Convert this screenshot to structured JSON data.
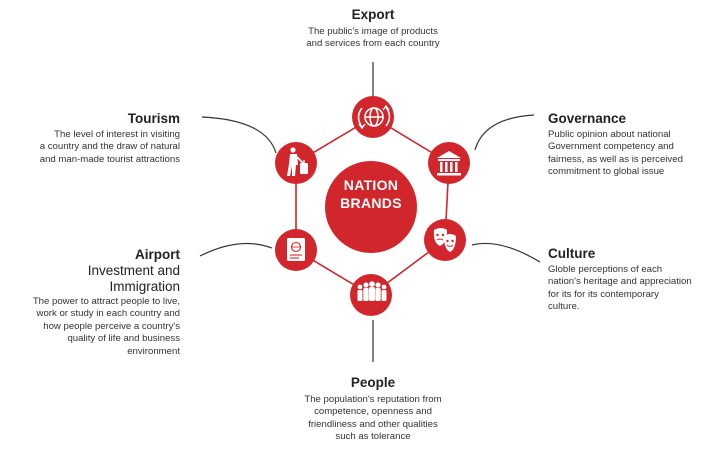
{
  "center": {
    "line1": "NATION",
    "line2": "BRANDS"
  },
  "colors": {
    "accent": "#d1262b",
    "connector": "#333333",
    "text": "#222222"
  },
  "nodes": [
    {
      "key": "export",
      "icon": "globe-arrows-icon",
      "title": "Export",
      "desc": [
        "The public's image of products",
        "and services from each country"
      ]
    },
    {
      "key": "governance",
      "icon": "courthouse-icon",
      "title": "Governance",
      "desc": [
        "Public opinion about national",
        "Government competency and",
        "fairness, as well as is perceived",
        "commitment to global issue"
      ]
    },
    {
      "key": "culture",
      "icon": "theatre-masks-icon",
      "title": "Culture",
      "desc": [
        "Globle perceptions of each",
        "nation's heritage and appreciation",
        "for its for its contemporary",
        "culture."
      ]
    },
    {
      "key": "people",
      "icon": "people-group-icon",
      "title": "People",
      "desc": [
        "The population's reputation from",
        "competence, openness and",
        "friendliness and other qualities",
        "such as tolerance"
      ]
    },
    {
      "key": "airport",
      "icon": "passport-icon",
      "title": "Airport",
      "subtitle": [
        "Investment and",
        "Immigration"
      ],
      "desc": [
        "The power to attract people to live,",
        "work or study in each country and",
        "how people perceive a country's",
        "quality of life and business",
        "environment"
      ]
    },
    {
      "key": "tourism",
      "icon": "traveler-luggage-icon",
      "title": "Tourism",
      "desc": [
        "The level of interest in visiting",
        "a country and the draw of natural",
        "and man-made tourist attractions"
      ]
    }
  ]
}
